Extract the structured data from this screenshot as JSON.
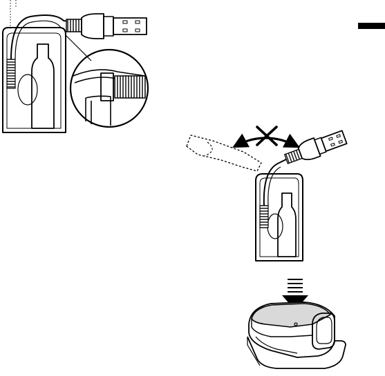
{
  "page": {
    "background": "#ffffff",
    "ink": "#000000",
    "shade": "#d9d9d9"
  },
  "figures": [
    {
      "name": "cable-tucked-into-case-with-detail-inset"
    },
    {
      "name": "do-not-bend-cable-back-and-forth"
    },
    {
      "name": "press-case-lid-closed"
    }
  ],
  "icons": [
    "usb-plug-icon",
    "x-mark-icon",
    "double-arrow-icon",
    "down-arrow-icon"
  ]
}
